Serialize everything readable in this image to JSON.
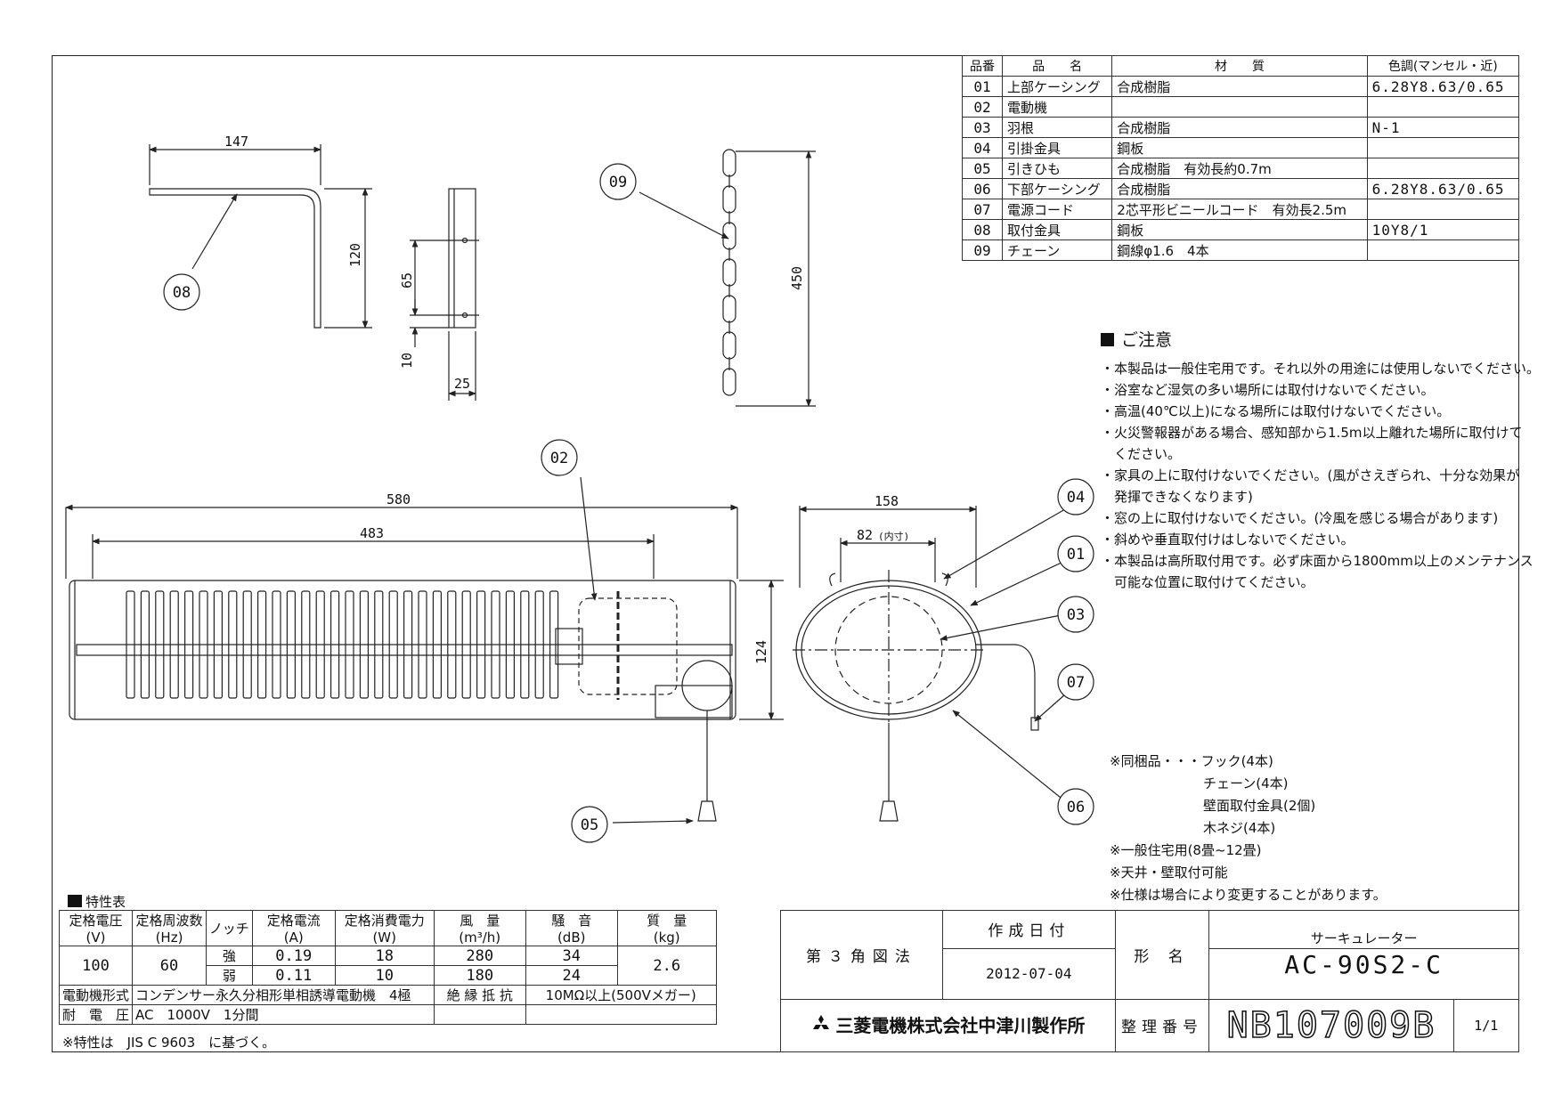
{
  "parts_table": {
    "headers": [
      "品番",
      "品　　名",
      "材　　質",
      "色調(マンセル・近)"
    ],
    "rows": [
      {
        "no": "01",
        "name": "上部ケーシング",
        "material": "合成樹脂",
        "color": "6.28Y8.63/0.65"
      },
      {
        "no": "02",
        "name": "電動機",
        "material": "",
        "color": ""
      },
      {
        "no": "03",
        "name": "羽根",
        "material": "合成樹脂",
        "color": "N-1"
      },
      {
        "no": "04",
        "name": "引掛金具",
        "material": "鋼板",
        "color": ""
      },
      {
        "no": "05",
        "name": "引きひも",
        "material": "合成樹脂　有効長約0.7m",
        "color": ""
      },
      {
        "no": "06",
        "name": "下部ケーシング",
        "material": "合成樹脂",
        "color": "6.28Y8.63/0.65"
      },
      {
        "no": "07",
        "name": "電源コード",
        "material": "2芯平形ビニールコード　有効長2.5m",
        "color": ""
      },
      {
        "no": "08",
        "name": "取付金具",
        "material": "鋼板",
        "color": "10Y8/1"
      },
      {
        "no": "09",
        "name": "チェーン",
        "material": "鋼線φ1.6　4本",
        "color": ""
      }
    ]
  },
  "notes": {
    "title": "ご注意",
    "lines": [
      "・本製品は一般住宅用です。それ以外の用途には使用しないでください。",
      "・浴室など湿気の多い場所には取付けないでください。",
      "・高温(40℃以上)になる場所には取付けないでください。",
      "・火災警報器がある場合、感知部から1.5m以上離れた場所に取付けて",
      "　ください。",
      "・家具の上に取付けないでください。(風がさえぎられ、十分な効果が",
      "　発揮できなくなります)",
      "・窓の上に取付けないでください。(冷風を感じる場合があります)",
      "・斜めや垂直取付けはしないでください。",
      "・本製品は高所取付用です。必ず床面から1800mm以上のメンテナンス",
      "　可能な位置に取付けてください。"
    ]
  },
  "extras": [
    "※同梱品・・・フック(4本)",
    "　　　　　　　チェーン(4本)",
    "　　　　　　　壁面取付金具(2個)",
    "　　　　　　　木ネジ(4本)",
    "※一般住宅用(8畳~12畳)",
    "※天井・壁取付可能",
    "※仕様は場合により変更することがあります。"
  ],
  "dimensions": {
    "bracket_width": "147",
    "bracket_height": "120",
    "hole_pitch": "65",
    "hole_offset": "10",
    "bracket_depth": "25",
    "chain_length": "450",
    "overall_length": "580",
    "grille_length": "483",
    "body_height": "124",
    "side_width": "158",
    "inner_width": "82",
    "inner_label": "(内寸)"
  },
  "callouts": [
    "01",
    "02",
    "03",
    "04",
    "05",
    "06",
    "07",
    "08",
    "09"
  ],
  "spec_table": {
    "title": "特性表",
    "headers": [
      "定格電圧\n(V)",
      "定格周波数\n(Hz)",
      "ノッチ",
      "定格電流\n(A)",
      "定格消費電力\n(W)",
      "風　量\n(m³/h)",
      "騒　音\n(dB)",
      "質　量\n(kg)"
    ],
    "h_voltage": "定格電圧",
    "h_voltage_u": "(V)",
    "h_freq": "定格周波数",
    "h_freq_u": "(Hz)",
    "h_notch": "ノッチ",
    "h_current": "定格電流",
    "h_current_u": "(A)",
    "h_power": "定格消費電力",
    "h_power_u": "(W)",
    "h_air": "風　量",
    "h_air_u": "(m³/h)",
    "h_noise": "騒　音",
    "h_noise_u": "(dB)",
    "h_mass": "質　量",
    "h_mass_u": "(kg)",
    "voltage": "100",
    "frequency": "60",
    "mass": "2.6",
    "rows": [
      {
        "notch": "強",
        "current": "0.19",
        "power": "18",
        "air": "280",
        "noise": "34"
      },
      {
        "notch": "弱",
        "current": "0.11",
        "power": "10",
        "air": "180",
        "noise": "24"
      }
    ],
    "motor_label": "電動機形式",
    "motor_value": "コンデンサー永久分相形単相誘導電動機　4極",
    "insulation_label": "絶 縁 抵 抗",
    "insulation_value": "10MΩ以上(500Vメガー)",
    "withstand_label": "耐　電　圧",
    "withstand_value": "AC　1000V　1分間",
    "note": "※特性は　JIS C 9603　に基づく。"
  },
  "title_block": {
    "projection": "第３角図法",
    "created_label": "作成日付",
    "created_date": "2012-07-04",
    "model_label": "形 名",
    "product_name": "サーキュレーター",
    "model": "AC-90S2-C",
    "company": "三菱電機株式会社中津川製作所",
    "doc_label": "整理番号",
    "doc_number": "NB107009B",
    "page": "1/1"
  }
}
